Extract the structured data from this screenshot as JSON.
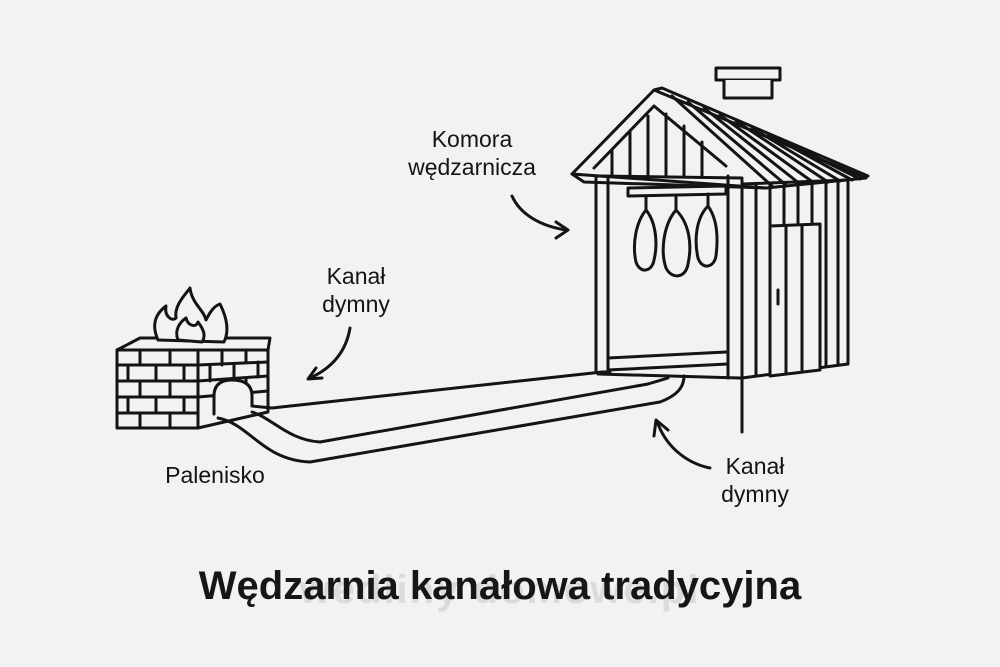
{
  "title": "Wędzarnia kanałowa tradycyjna",
  "watermark": "wedliny domowe.pl",
  "labels": {
    "chamber": [
      "Komora",
      "wędzarnicza"
    ],
    "flue_left": [
      "Kanał",
      "dymny"
    ],
    "firebox": "Palenisko",
    "flue_right": [
      "Kanał",
      "dymny"
    ]
  },
  "colors": {
    "background": "#f2f2f1",
    "ink": "#141414"
  }
}
